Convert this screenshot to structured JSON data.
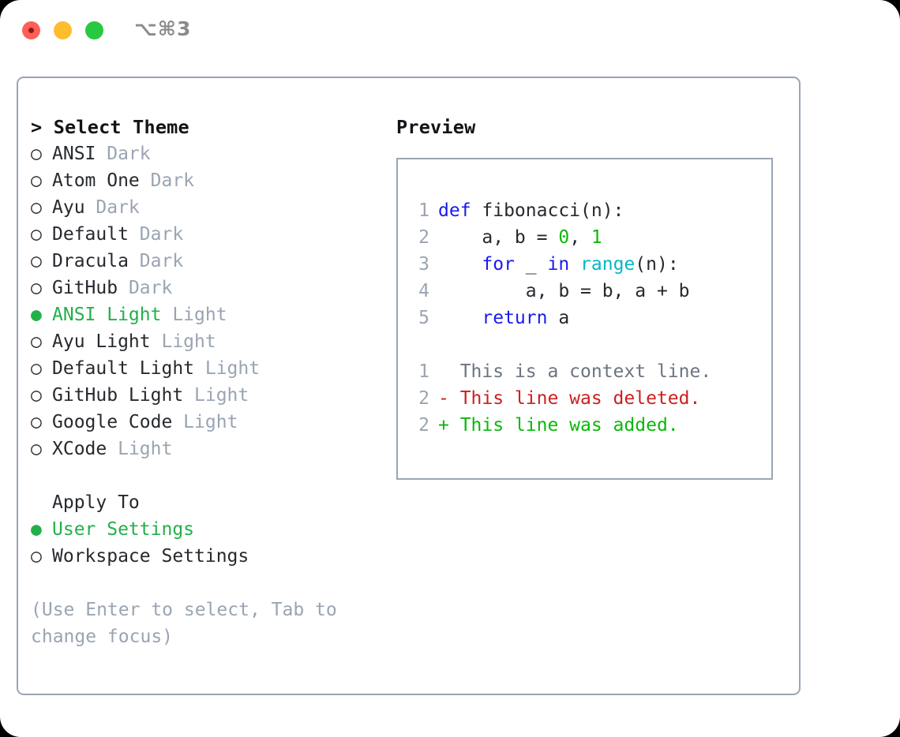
{
  "titlebar": {
    "shortcut": "⌥⌘3",
    "buttons": [
      {
        "name": "close",
        "color": "#ff5f57"
      },
      {
        "name": "minimize",
        "color": "#febc2e"
      },
      {
        "name": "maximize",
        "color": "#28c840"
      }
    ]
  },
  "theme_panel": {
    "header": "> Select Theme",
    "selected_marker": "●",
    "unselected_marker": "○",
    "items": [
      {
        "marker": "○",
        "name": "ANSI",
        "variant": "Dark",
        "selected": false
      },
      {
        "marker": "○",
        "name": "Atom One",
        "variant": "Dark",
        "selected": false
      },
      {
        "marker": "○",
        "name": "Ayu",
        "variant": "Dark",
        "selected": false
      },
      {
        "marker": "○",
        "name": "Default",
        "variant": "Dark",
        "selected": false
      },
      {
        "marker": "○",
        "name": "Dracula",
        "variant": "Dark",
        "selected": false
      },
      {
        "marker": "○",
        "name": "GitHub",
        "variant": "Dark",
        "selected": false
      },
      {
        "marker": "●",
        "name": "ANSI Light",
        "variant": "Light",
        "selected": true
      },
      {
        "marker": "○",
        "name": "Ayu Light",
        "variant": "Light",
        "selected": false
      },
      {
        "marker": "○",
        "name": "Default Light",
        "variant": "Light",
        "selected": false
      },
      {
        "marker": "○",
        "name": "GitHub Light",
        "variant": "Light",
        "selected": false
      },
      {
        "marker": "○",
        "name": "Google Code",
        "variant": "Light",
        "selected": false
      },
      {
        "marker": "○",
        "name": "XCode",
        "variant": "Light",
        "selected": false
      }
    ]
  },
  "apply_to": {
    "title": "Apply To",
    "options": [
      {
        "marker": "●",
        "label": "User Settings",
        "selected": true
      },
      {
        "marker": "○",
        "label": "Workspace Settings",
        "selected": false
      }
    ]
  },
  "hint": "(Use Enter to select, Tab to change focus)",
  "preview": {
    "header": "Preview",
    "code_lines": [
      {
        "no": "1",
        "tokens": [
          {
            "t": "def",
            "c": "kw"
          },
          {
            "t": " fibonacci(n):",
            "c": "plain"
          }
        ]
      },
      {
        "no": "2",
        "tokens": [
          {
            "t": "    a, b = ",
            "c": "plain"
          },
          {
            "t": "0",
            "c": "num"
          },
          {
            "t": ", ",
            "c": "plain"
          },
          {
            "t": "1",
            "c": "num"
          }
        ]
      },
      {
        "no": "3",
        "tokens": [
          {
            "t": "    ",
            "c": "plain"
          },
          {
            "t": "for",
            "c": "kw"
          },
          {
            "t": " _ ",
            "c": "plain"
          },
          {
            "t": "in",
            "c": "kw"
          },
          {
            "t": " ",
            "c": "plain"
          },
          {
            "t": "range",
            "c": "fn"
          },
          {
            "t": "(n):",
            "c": "plain"
          }
        ]
      },
      {
        "no": "4",
        "tokens": [
          {
            "t": "        a, b = b, a + b",
            "c": "plain"
          }
        ]
      },
      {
        "no": "5",
        "tokens": [
          {
            "t": "    ",
            "c": "plain"
          },
          {
            "t": "return",
            "c": "kw"
          },
          {
            "t": " a",
            "c": "plain"
          }
        ]
      }
    ],
    "diff_lines": [
      {
        "no": "1",
        "text": "  This is a context line.",
        "kind": "diff-ctx"
      },
      {
        "no": "2",
        "text": "- This line was deleted.",
        "kind": "diff-del"
      },
      {
        "no": "2",
        "text": "+ This line was added.",
        "kind": "diff-add"
      }
    ]
  },
  "colors": {
    "border": "#9aa5b4",
    "accent_green": "#22b04a",
    "muted": "#9aa4b2",
    "keyword": "#1a1aee",
    "function": "#00b8c8",
    "number": "#0cb80c",
    "diff_add": "#0ab80a",
    "diff_del": "#cc1f1f"
  }
}
